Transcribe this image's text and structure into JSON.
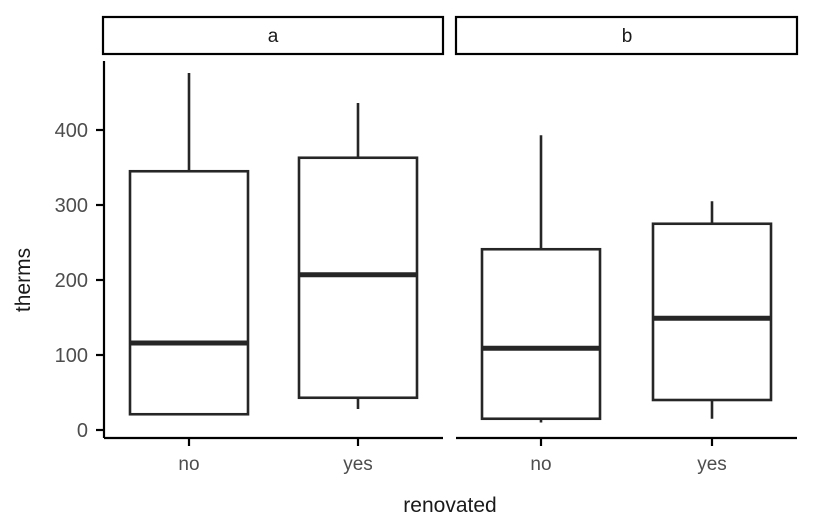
{
  "chart_data": {
    "type": "boxplot",
    "title": "",
    "xlabel": "renovated",
    "ylabel": "therms",
    "ylim": [
      0,
      490
    ],
    "yticks": [
      0,
      100,
      200,
      300,
      400
    ],
    "ytick_labels": [
      "0",
      "100",
      "200",
      "300",
      "400"
    ],
    "grid": false,
    "legend": "none",
    "facet_variable": "",
    "facets": [
      {
        "label": "a",
        "categories": [
          "no",
          "yes"
        ],
        "boxes": [
          {
            "category": "no",
            "whisker_low": 21,
            "q1": 21,
            "median": 116,
            "q3": 345,
            "whisker_high": 476
          },
          {
            "category": "yes",
            "whisker_low": 28,
            "q1": 43,
            "median": 207,
            "q3": 363,
            "whisker_high": 436
          }
        ]
      },
      {
        "label": "b",
        "categories": [
          "no",
          "yes"
        ],
        "boxes": [
          {
            "category": "no",
            "whisker_low": 10,
            "q1": 15,
            "median": 109,
            "q3": 241,
            "whisker_high": 393
          },
          {
            "category": "yes",
            "whisker_low": 15,
            "q1": 40,
            "median": 149,
            "q3": 275,
            "whisker_high": 305
          }
        ]
      }
    ]
  },
  "axes": {
    "y_title": "therms",
    "x_title": "renovated",
    "y_tick_0": "0",
    "y_tick_1": "100",
    "y_tick_2": "200",
    "y_tick_3": "300",
    "y_tick_4": "400"
  },
  "strips": {
    "panel_a": "a",
    "panel_b": "b"
  },
  "x_labels": {
    "a_no": "no",
    "a_yes": "yes",
    "b_no": "no",
    "b_yes": "yes"
  },
  "colors": {
    "stroke": "#262626",
    "text": "#4d4d4d",
    "background": "#ffffff"
  }
}
